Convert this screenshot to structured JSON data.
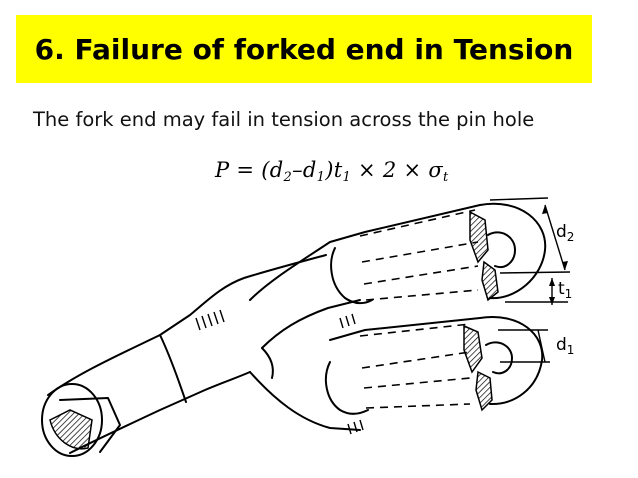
{
  "slide": {
    "title": "6. Failure of forked end in Tension",
    "title_bg": "#ffff00",
    "subtitle": "The fork end may fail in tension across the pin hole"
  },
  "formula": {
    "lhs": "P = (d",
    "sub_a": "2",
    "minus": "–d",
    "sub_b": "1",
    "mid": ")t",
    "sub_c": "1",
    "rhs": " × 2 × σ",
    "sub_d": "t"
  },
  "labels": {
    "d2_main": "d",
    "d2_sub": "2",
    "t1_main": "t",
    "t1_sub": "1",
    "d1_main": "d",
    "d1_sub": "1"
  }
}
